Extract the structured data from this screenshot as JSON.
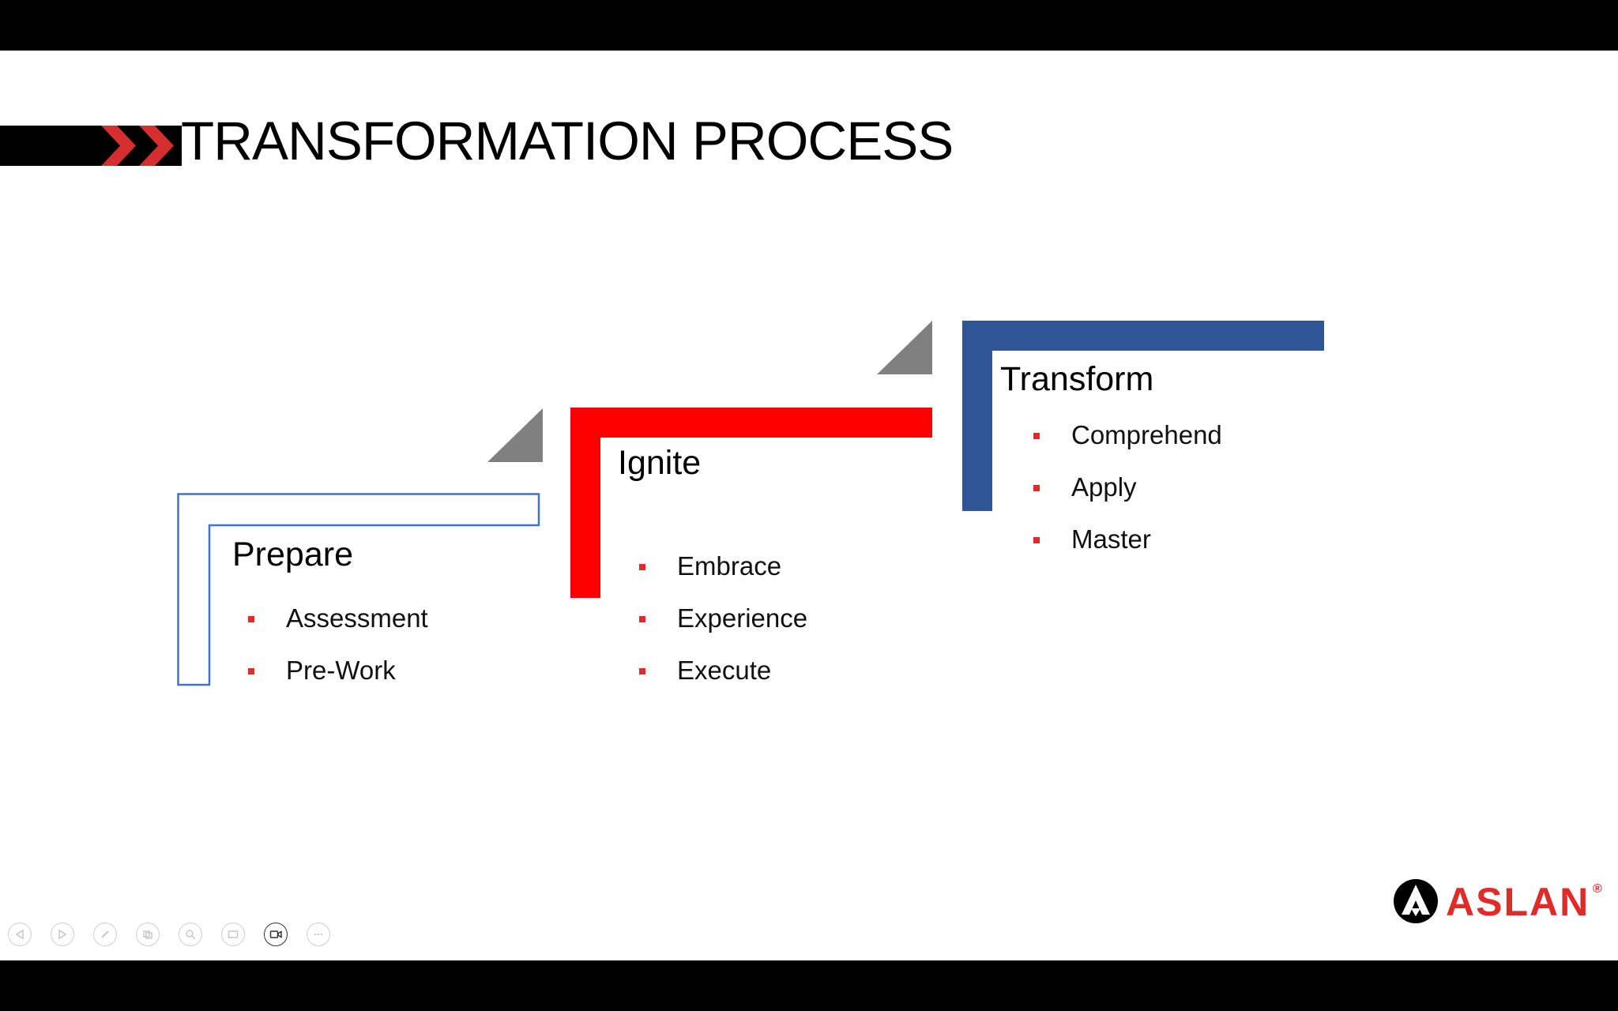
{
  "slide": {
    "title": "TRANSFORMATION PROCESS",
    "steps": [
      {
        "title": "Prepare",
        "color": "#4472c4",
        "bullets": [
          "Assessment",
          "Pre-Work"
        ]
      },
      {
        "title": "Ignite",
        "color": "#ff0000",
        "bullets": [
          "Embrace",
          "Experience",
          "Execute"
        ]
      },
      {
        "title": "Transform",
        "color": "#2f5597",
        "bullets": [
          "Comprehend",
          "Apply",
          "Master"
        ]
      }
    ],
    "logo": {
      "text": "ASLAN",
      "mark": "®",
      "color": "#e12b2b"
    }
  },
  "toolbar": {
    "buttons": [
      {
        "icon": "previous-icon"
      },
      {
        "icon": "next-icon"
      },
      {
        "icon": "pen-icon"
      },
      {
        "icon": "slides-icon"
      },
      {
        "icon": "zoom-icon"
      },
      {
        "icon": "subtitles-icon"
      },
      {
        "icon": "camera-icon"
      },
      {
        "icon": "more-icon"
      }
    ]
  },
  "colors": {
    "accent": "#d32f2f",
    "arrow_gray": "#808080",
    "bullet": "#e12b2b"
  }
}
